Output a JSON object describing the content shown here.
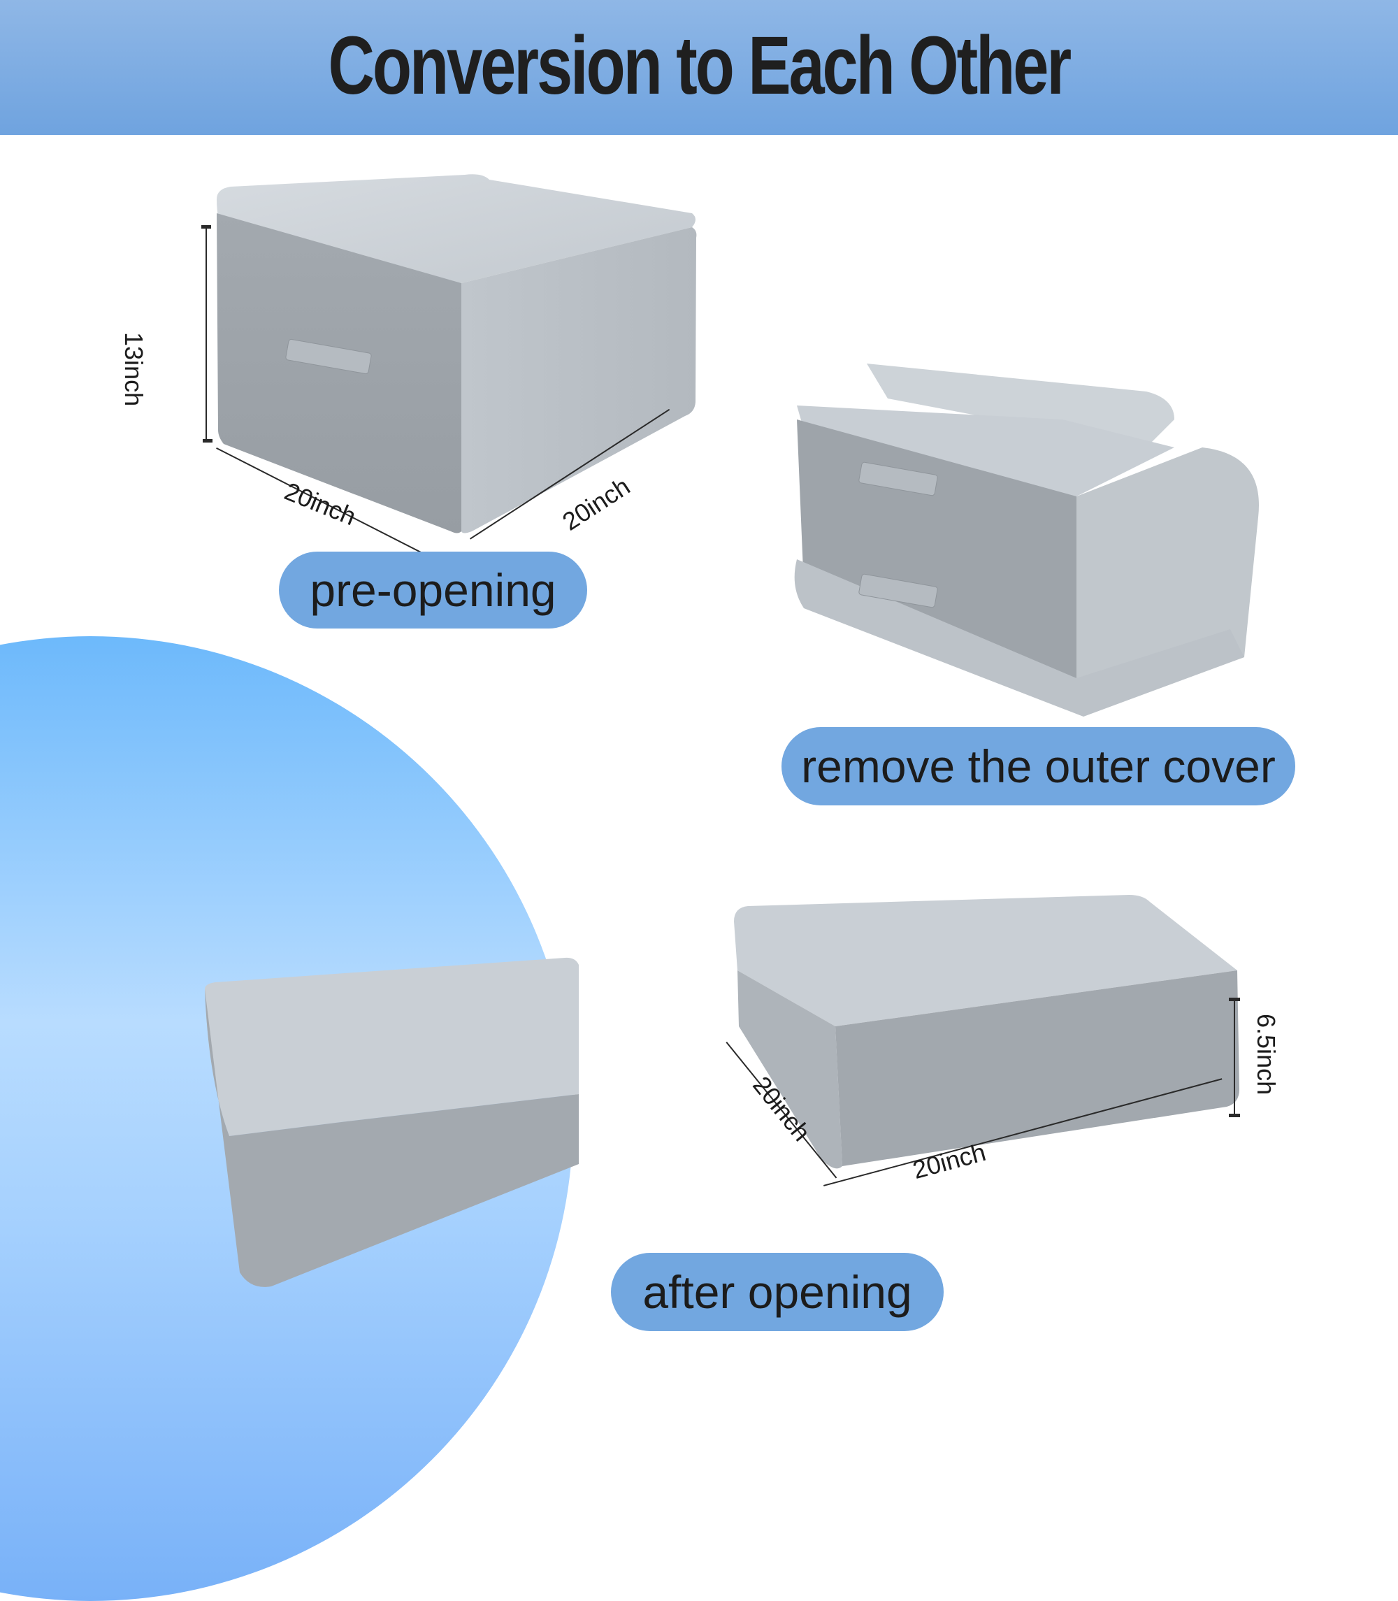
{
  "header": {
    "title": "Conversion to Each Other",
    "background": "#7aaae2"
  },
  "labels": {
    "pre_opening": "pre-opening",
    "remove_cover": "remove the outer cover",
    "after_opening": "after opening"
  },
  "dimensions": {
    "pre_opening": {
      "height": "13inch",
      "width": "20inch",
      "depth": "20inch"
    },
    "after_opening": {
      "height": "6.5inch",
      "width": "20inch",
      "depth": "20inch"
    }
  },
  "colors": {
    "pill": "#72a7e0",
    "foam_top": "#cfd5db",
    "foam_front": "#9ea4aa",
    "foam_side": "#b9bfc5",
    "circle_top": "#6db9fb",
    "circle_mid": "#b8dcff"
  }
}
